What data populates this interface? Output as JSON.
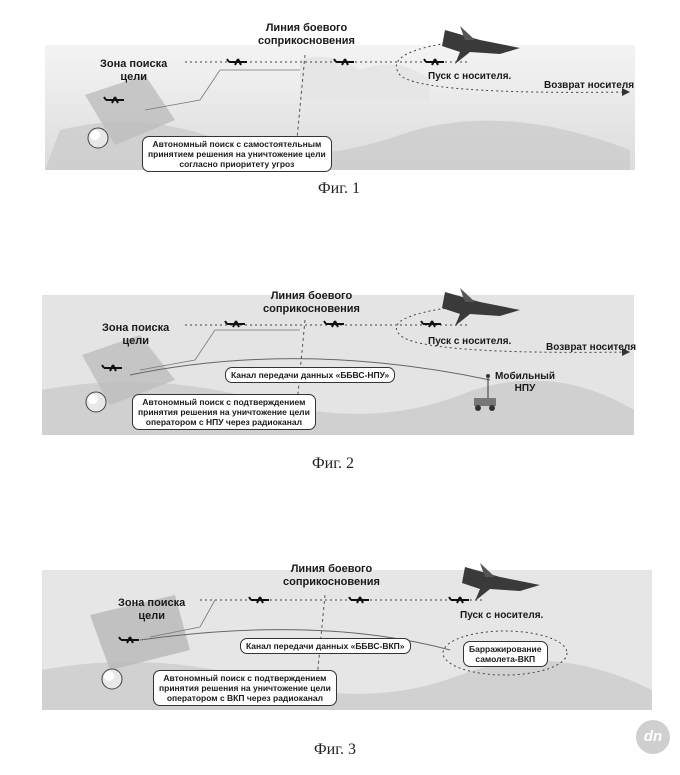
{
  "figures": [
    {
      "caption": "Фиг. 1",
      "front_line": [
        "Линия боевого",
        "соприкосновения"
      ],
      "zone": [
        "Зона поиска",
        "цели"
      ],
      "launch": "Пуск с носителя.",
      "return": "Возврат носителя",
      "note": [
        "Автономный поиск с самостоятельным",
        "принятием решения на уничтожение цели",
        "согласно приоритету угроз"
      ]
    },
    {
      "caption": "Фиг. 2",
      "front_line": [
        "Линия боевого",
        "соприкосновения"
      ],
      "zone": [
        "Зона поиска",
        "цели"
      ],
      "launch": "Пуск с носителя.",
      "return": "Возврат носителя",
      "channel": "Канал передачи данных «ББВС-НПУ»",
      "station": [
        "Мобильный",
        "НПУ"
      ],
      "note": [
        "Автономный поиск с подтверждением",
        "принятия решения на уничтожение цели",
        "оператором с НПУ через радиоканал"
      ]
    },
    {
      "caption": "Фиг. 3",
      "front_line": [
        "Линия боевого",
        "соприкосновения"
      ],
      "zone": [
        "Зона поиска",
        "цели"
      ],
      "launch": "Пуск с носителя.",
      "channel": "Канал передачи данных «ББВС-ВКП»",
      "loiter": [
        "Барражирование",
        "самолета-ВКП"
      ],
      "note": [
        "Автономный поиск с подтверждением",
        "принятия решения на уничтожение цели",
        "оператором с ВКП через радиоканал"
      ]
    }
  ],
  "watermark": "dn"
}
